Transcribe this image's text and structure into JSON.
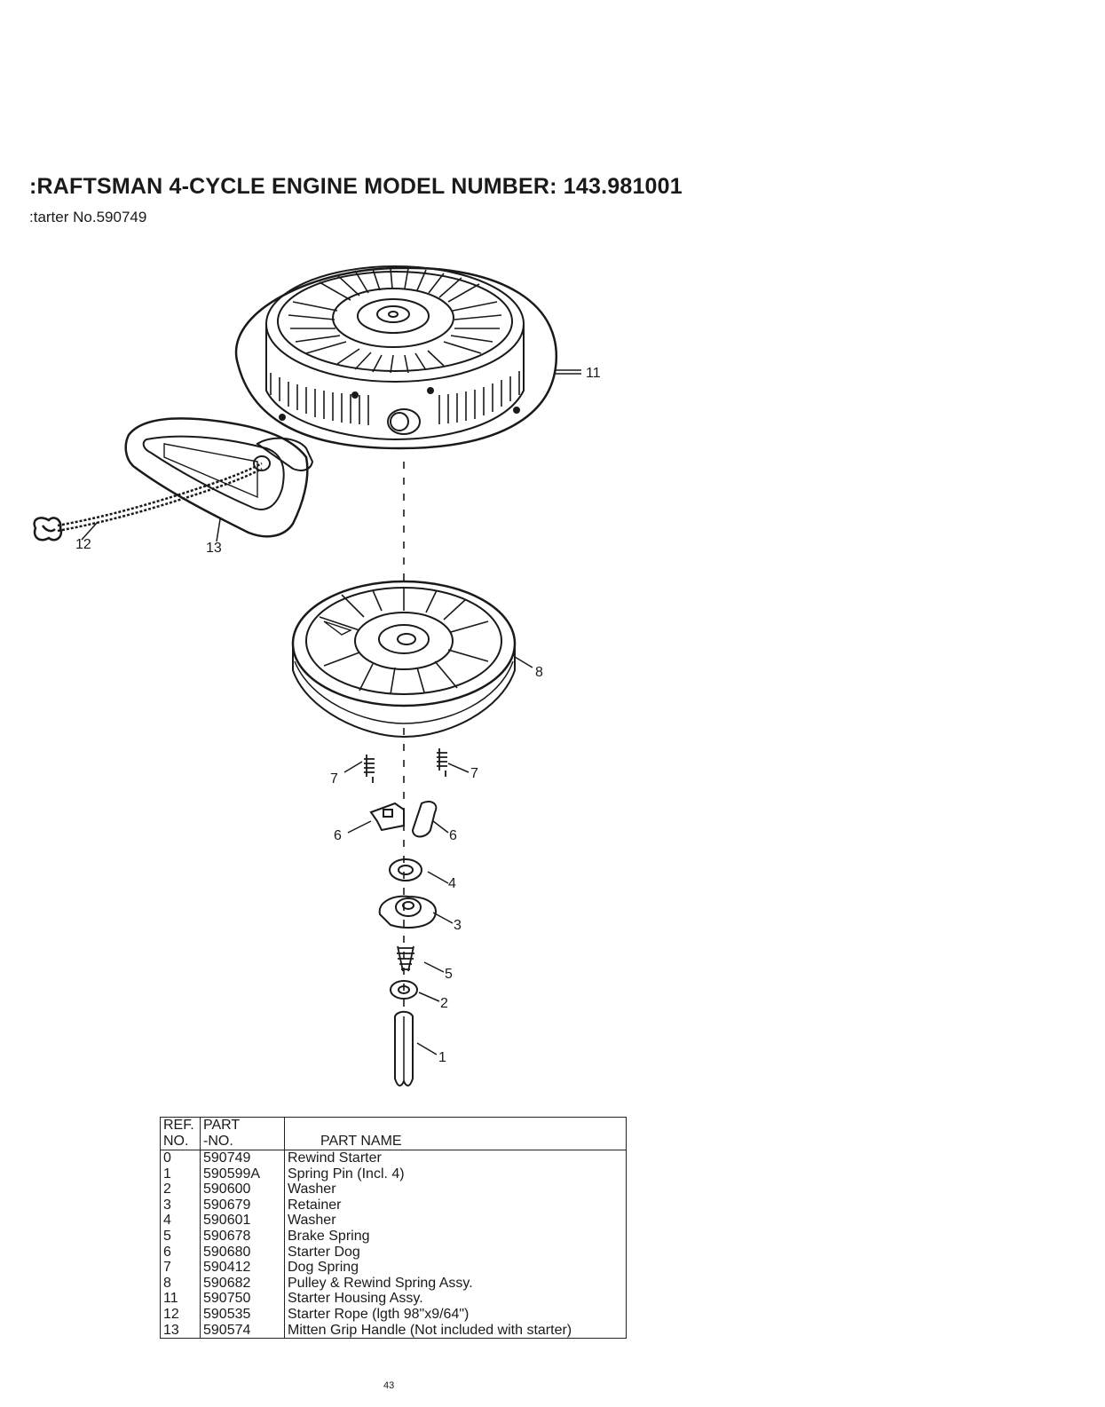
{
  "header": {
    "title": ":RAFTSMAN 4-CYCLE ENGINE MODEL NUMBER: 143.981001",
    "subtitle": ":tarter No.590749"
  },
  "diagram": {
    "callouts": [
      "11",
      "12",
      "13",
      "8",
      "7",
      "7",
      "6",
      "6",
      "4",
      "3",
      "5",
      "2",
      "1"
    ]
  },
  "table": {
    "headers": {
      "ref_line1": "REF.",
      "ref_line2": "NO.",
      "part_line1": "PART",
      "part_line2": "-NO.",
      "name": "PART NAME"
    },
    "rows": [
      {
        "ref": "0",
        "part": "590749",
        "name": "Rewind Starter"
      },
      {
        "ref": "1",
        "part": "590599A",
        "name": "Spring Pin (Incl. 4)"
      },
      {
        "ref": "2",
        "part": "590600",
        "name": "Washer"
      },
      {
        "ref": "3",
        "part": "590679",
        "name": "Retainer"
      },
      {
        "ref": "4",
        "part": "590601",
        "name": "Washer"
      },
      {
        "ref": "5",
        "part": "590678",
        "name": "Brake Spring"
      },
      {
        "ref": "6",
        "part": "590680",
        "name": "Starter Dog"
      },
      {
        "ref": "7",
        "part": "590412",
        "name": "Dog Spring"
      },
      {
        "ref": "8",
        "part": "590682",
        "name": "Pulley & Rewind Spring Assy."
      },
      {
        "ref": "11",
        "part": "590750",
        "name": "Starter Housing Assy."
      },
      {
        "ref": "12",
        "part": "590535",
        "name": "Starter Rope (lgth 98\"x9/64\")"
      },
      {
        "ref": "13",
        "part": "590574",
        "name": "Mitten Grip Handle (Not included with starter)"
      }
    ]
  },
  "footer": {
    "page_number": "43"
  }
}
